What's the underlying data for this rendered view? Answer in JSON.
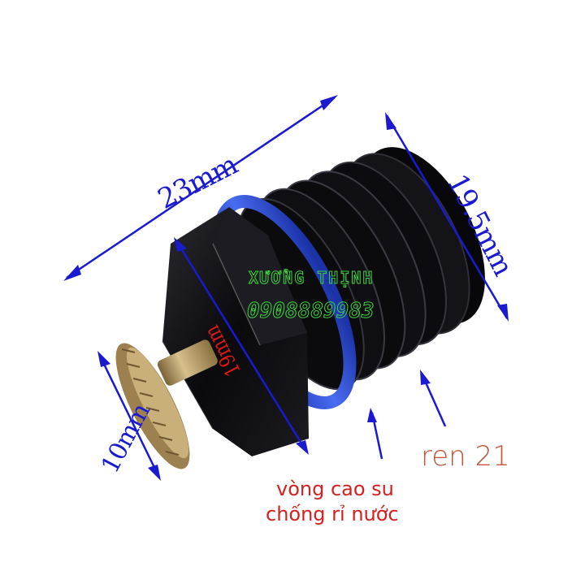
{
  "image": {
    "subject": "black plastic threaded drain plug with blue rubber o-ring and brass thumb screw",
    "background_color": "#ffffff"
  },
  "dimensions": {
    "length": "23mm",
    "thread_diameter": "19.5mm",
    "knob_diameter": "10mm",
    "hex_width": "19mm"
  },
  "watermark": {
    "name": "XƯỞNG THỊNH",
    "phone": "0908889983",
    "color": "#3ed63e"
  },
  "annotations": {
    "thread_label": "ren 21",
    "oring_caption_line1": "vòng cao su",
    "oring_caption_line2": "chống rỉ nước"
  },
  "colors": {
    "dimension_arrows": "#1a1ad0",
    "hex_label": "#e01818",
    "thread_label": "#c0563a",
    "caption": "#d42020",
    "body": "#0c0c10",
    "oring": "#2d4fd6",
    "brass": "#b59a62"
  }
}
